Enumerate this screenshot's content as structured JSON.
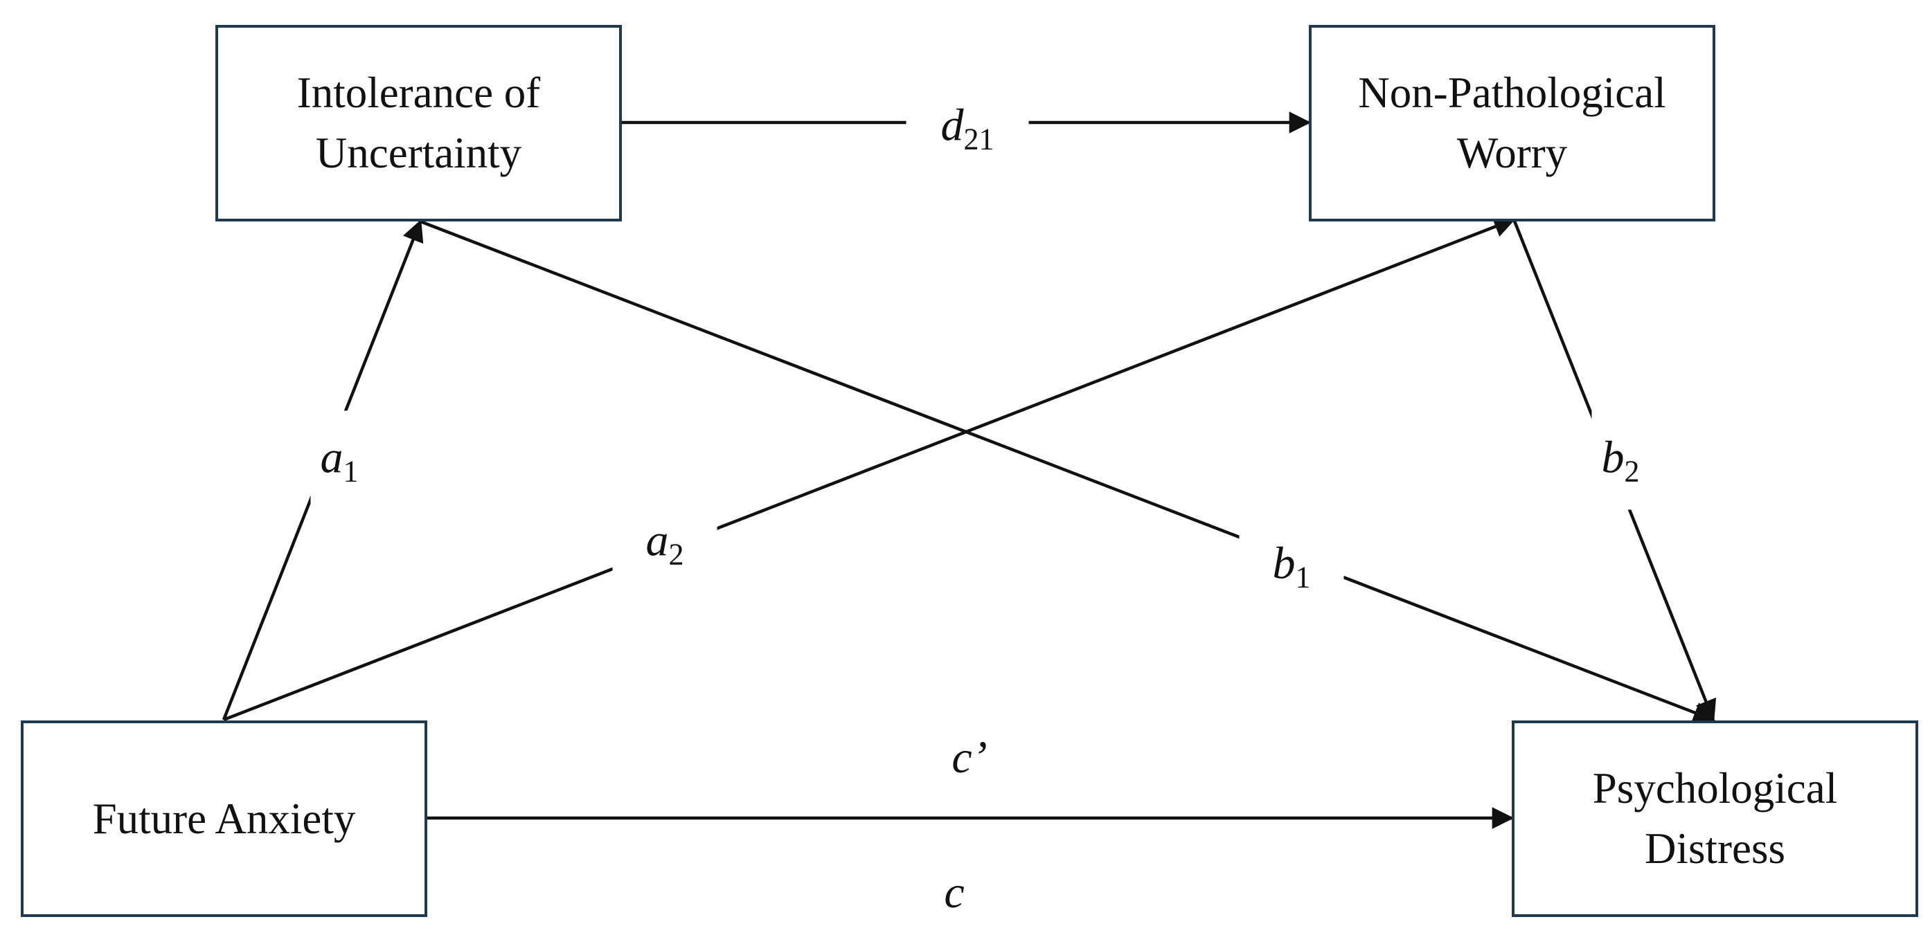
{
  "nodes": {
    "iu": {
      "line1": "Intolerance of",
      "line2": "Uncertainty"
    },
    "npw": {
      "line1": "Non-Pathological",
      "line2": "Worry"
    },
    "fa": {
      "line1": "Future Anxiety"
    },
    "pd": {
      "line1": "Psychological",
      "line2": "Distress"
    }
  },
  "paths": {
    "d21": {
      "main": "d",
      "sub": "21"
    },
    "a1": {
      "main": "a",
      "sub": "1"
    },
    "a2": {
      "main": "a",
      "sub": "2"
    },
    "b1": {
      "main": "b",
      "sub": "1"
    },
    "b2": {
      "main": "b",
      "sub": "2"
    },
    "c_prime": {
      "main": "c’"
    },
    "c": {
      "main": "c"
    }
  },
  "colors": {
    "box_border": "#1f3a4f",
    "arrow": "#111111"
  }
}
